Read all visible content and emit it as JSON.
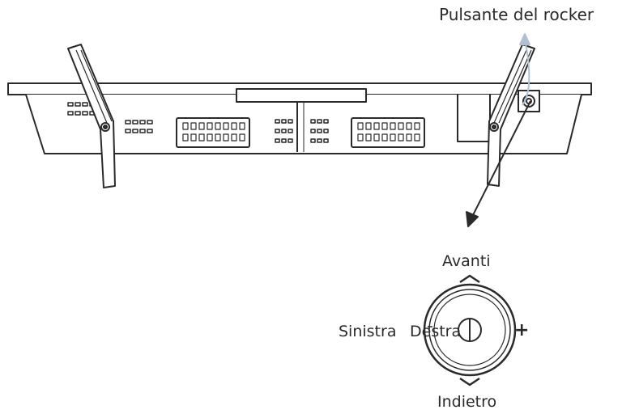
{
  "labels": {
    "rocker_button": "Pulsante del rocker",
    "forward": "Avanti",
    "left": "Sinistra",
    "right": "Destra",
    "back": "Indietro",
    "plus": "+"
  },
  "colors": {
    "line": "#2a2a2a",
    "accent_arrow": "#b0c0d0"
  }
}
